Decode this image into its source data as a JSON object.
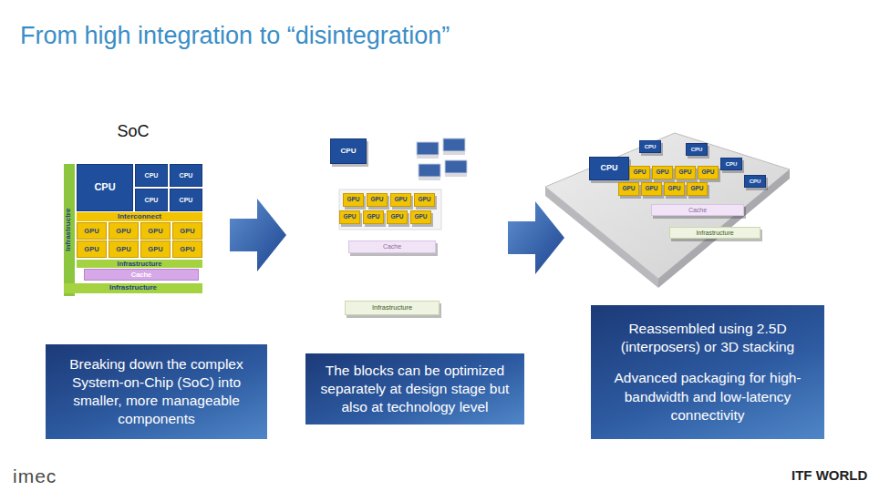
{
  "diagram": {
    "title": "From high integration to “disintegration”",
    "nodes": [
      {
        "text": [
          "SoC"
        ]
      },
      {
        "text": [
          "Infrastructre"
        ],
        "in": 0
      },
      {
        "text": [
          "CPU"
        ],
        "in": 0
      },
      {
        "text": [
          "CPU"
        ],
        "in": 0
      },
      {
        "text": [
          "CPU"
        ],
        "in": 0
      },
      {
        "text": [
          "CPU"
        ],
        "in": 0
      },
      {
        "text": [
          "CPU"
        ],
        "in": 0
      },
      {
        "text": [
          "Interconnect"
        ],
        "in": 0
      },
      {
        "text": [
          "GPU"
        ],
        "in": 0
      },
      {
        "text": [
          "GPU"
        ],
        "in": 0
      },
      {
        "text": [
          "GPU"
        ],
        "in": 0
      },
      {
        "text": [
          "GPU"
        ],
        "in": 0
      },
      {
        "text": [
          "GPU"
        ],
        "in": 0
      },
      {
        "text": [
          "GPU"
        ],
        "in": 0
      },
      {
        "text": [
          "GPU"
        ],
        "in": 0
      },
      {
        "text": [
          "GPU"
        ],
        "in": 0
      },
      {
        "text": [
          "Infrastructure"
        ],
        "in": 0
      },
      {
        "text": [
          "Cache"
        ],
        "in": 0
      },
      {
        "text": [
          "Infrastructure"
        ],
        "in": 0
      },
      {
        "text": [
          "Breaking down the complex System-on-Chip (SoC) into smaller, more manageable components"
        ]
      },
      {
        "text": [
          "CPU"
        ]
      },
      {
        "text": [
          "GPU"
        ]
      },
      {
        "text": [
          "GPU"
        ]
      },
      {
        "text": [
          "GPU"
        ]
      },
      {
        "text": [
          "GPU"
        ]
      },
      {
        "text": [
          "GPU"
        ]
      },
      {
        "text": [
          "GPU"
        ]
      },
      {
        "text": [
          "GPU"
        ]
      },
      {
        "text": [
          "GPU"
        ]
      },
      {
        "text": [
          "Cache"
        ]
      },
      {
        "text": [
          "Infrastructure"
        ]
      },
      {
        "text": [
          "The blocks can be optimized separately at design stage but also at technology level"
        ]
      },
      {
        "text": [
          "CPU"
        ]
      },
      {
        "text": [
          "CPU"
        ]
      },
      {
        "text": [
          "CPU"
        ]
      },
      {
        "text": [
          "CPU"
        ]
      },
      {
        "text": [
          "CPU"
        ]
      },
      {
        "text": [
          "GPU"
        ]
      },
      {
        "text": [
          "GPU"
        ]
      },
      {
        "text": [
          "GPU"
        ]
      },
      {
        "text": [
          "GPU"
        ]
      },
      {
        "text": [
          "GPU"
        ]
      },
      {
        "text": [
          "GPU"
        ]
      },
      {
        "text": [
          "GPU"
        ]
      },
      {
        "text": [
          "GPU"
        ]
      },
      {
        "text": [
          "Cache"
        ]
      },
      {
        "text": [
          "Infrastructure"
        ]
      },
      {
        "text": [
          "Reassembled using 2.5D (interposers) or 3D stacking",
          "Advanced packaging for high-bandwidth and low-latency connectivity"
        ]
      }
    ],
    "labels": [
      "imec",
      "ITF WORLD"
    ]
  }
}
